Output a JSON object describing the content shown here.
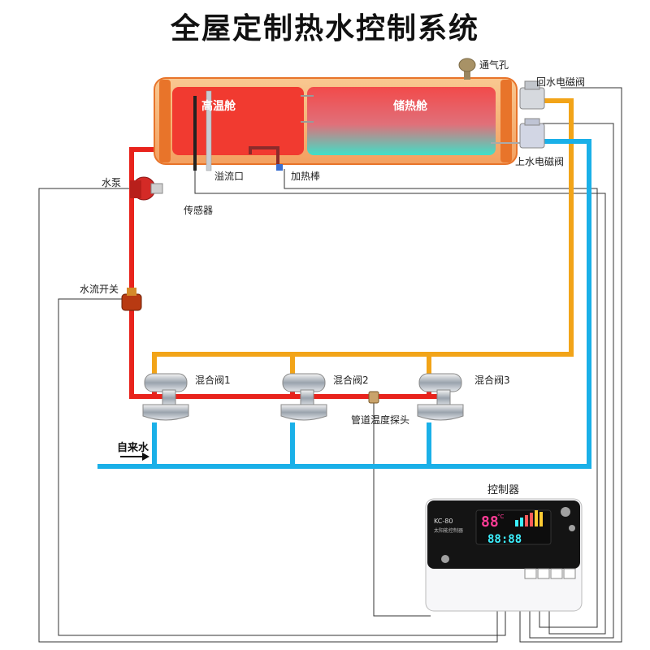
{
  "title": "全屋定制热水控制系统",
  "tank": {
    "hot_chamber": "高温舱",
    "storage_chamber": "储热舱"
  },
  "labels": {
    "vent": "通气孔",
    "return_valve": "回水电磁阀",
    "supply_valve": "上水电磁阀",
    "pump": "水泵",
    "sensor": "传感器",
    "overflow": "溢流口",
    "heater": "加热棒",
    "flow_switch": "水流开关",
    "mixer_1": "混合阀1",
    "mixer_2": "混合阀2",
    "mixer_3": "混合阀3",
    "pipe_probe": "管道温度探头",
    "tap_water": "自来水",
    "controller": "控制器"
  },
  "controller_panel": {
    "model": "KC-80",
    "name": "太阳能控制器",
    "display_temp": "88",
    "display_time": "88:88"
  },
  "colors": {
    "hot_pipe": "#e8231c",
    "warm_pipe": "#f2a418",
    "cold_pipe": "#1ab0e8",
    "tank_shell": "#f6b97a",
    "wire": "#333333"
  }
}
